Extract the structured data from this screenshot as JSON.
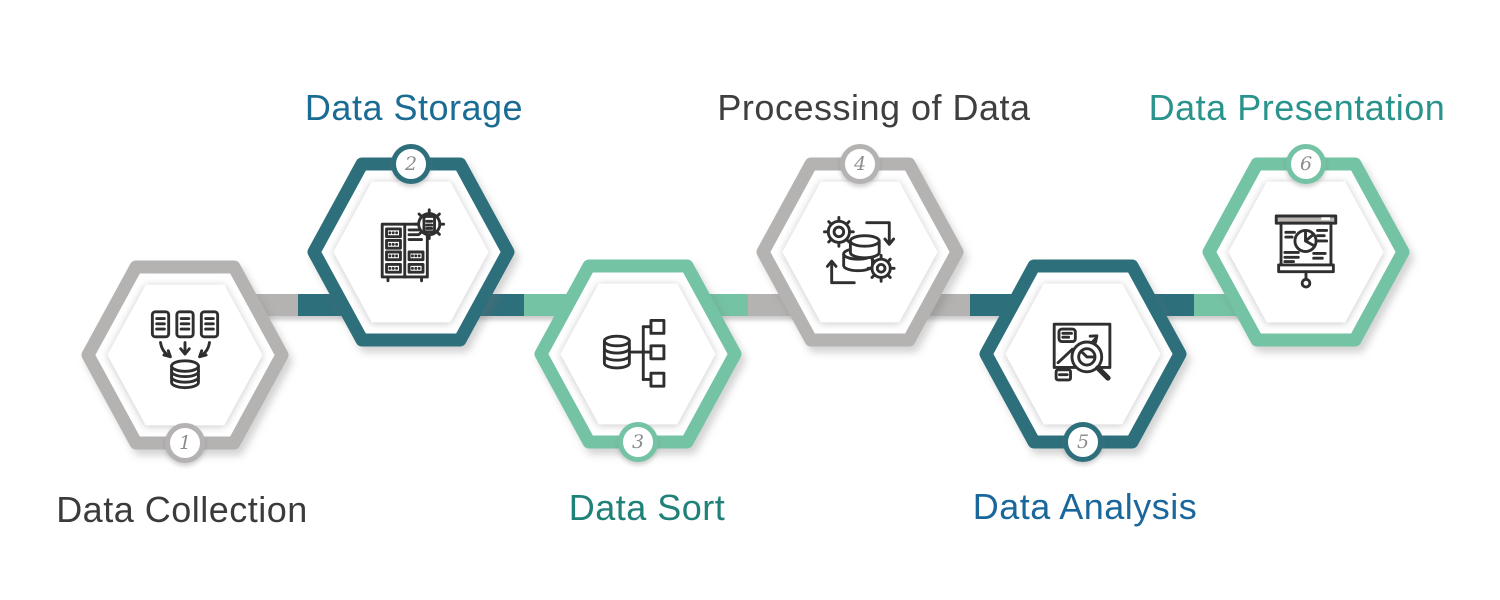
{
  "diagram": {
    "type": "process-flow-hexagon-timeline",
    "background": "#ffffff",
    "palette": {
      "gray": "#b5b2b2",
      "dark_teal": "#2e6f7c",
      "seafoam_green": "#74c3a4",
      "icon_ink": "#2f2f2f",
      "number_text": "#8d8d8d"
    },
    "steps": [
      {
        "number": "1",
        "label": "Data Collection",
        "hex_color": "#b5b2b2",
        "label_color": "#3b3b3b",
        "hex_row": "bottom",
        "badge_position": "bottom",
        "icon": "documents-to-database-icon"
      },
      {
        "number": "2",
        "label": "Data Storage",
        "hex_color": "#2e6f7c",
        "label_color": "#1a6c94",
        "hex_row": "top",
        "badge_position": "top",
        "icon": "server-rack-gear-icon"
      },
      {
        "number": "3",
        "label": "Data Sort",
        "hex_color": "#74c3a4",
        "label_color": "#1f8177",
        "hex_row": "bottom",
        "badge_position": "bottom",
        "icon": "database-branch-icon"
      },
      {
        "number": "4",
        "label": "Processing of Data",
        "hex_color": "#b5b2b2",
        "label_color": "#3f3f3f",
        "hex_row": "top",
        "badge_position": "top",
        "icon": "gears-data-sync-icon"
      },
      {
        "number": "5",
        "label": "Data Analysis",
        "hex_color": "#2e6f7c",
        "label_color": "#19679b",
        "hex_row": "bottom",
        "badge_position": "bottom",
        "icon": "chart-magnifier-icon"
      },
      {
        "number": "6",
        "label": "Data Presentation",
        "hex_color": "#74c3a4",
        "label_color": "#2a948c",
        "hex_row": "top",
        "badge_position": "top",
        "icon": "presentation-screen-icon"
      }
    ]
  }
}
